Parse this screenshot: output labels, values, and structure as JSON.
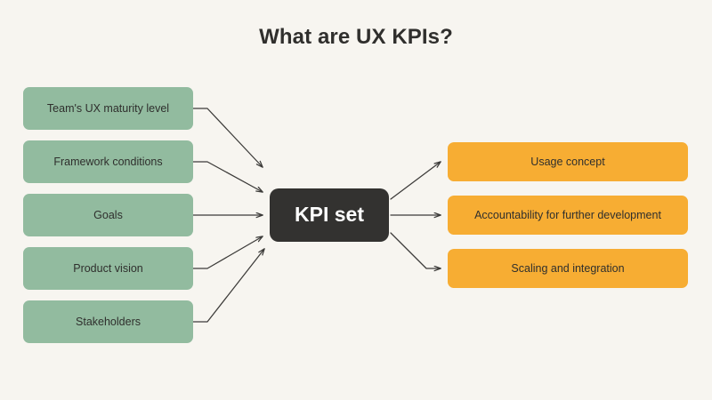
{
  "page": {
    "title": "What are UX KPIs?",
    "background_color": "#f7f5f0",
    "title_color": "#302f2d"
  },
  "diagram": {
    "type": "flow-diagram",
    "center": {
      "label": "KPI set",
      "fill_color": "#333230",
      "text_color": "#ffffff"
    },
    "inputs": {
      "fill_color": "#92bb9f",
      "text_color": "#2f2f2d",
      "items": [
        {
          "label": "Team's UX maturity level"
        },
        {
          "label": "Framework conditions"
        },
        {
          "label": "Goals"
        },
        {
          "label": "Product vision"
        },
        {
          "label": "Stakeholders"
        }
      ]
    },
    "outputs": {
      "fill_color": "#f7ad33",
      "text_color": "#2f2f2d",
      "items": [
        {
          "label": "Usage concept"
        },
        {
          "label": "Accountability for further development"
        },
        {
          "label": "Scaling and integration"
        }
      ]
    },
    "connectors": {
      "color": "#3c3b39",
      "inbound_count": 5,
      "outbound_count": 3
    }
  }
}
